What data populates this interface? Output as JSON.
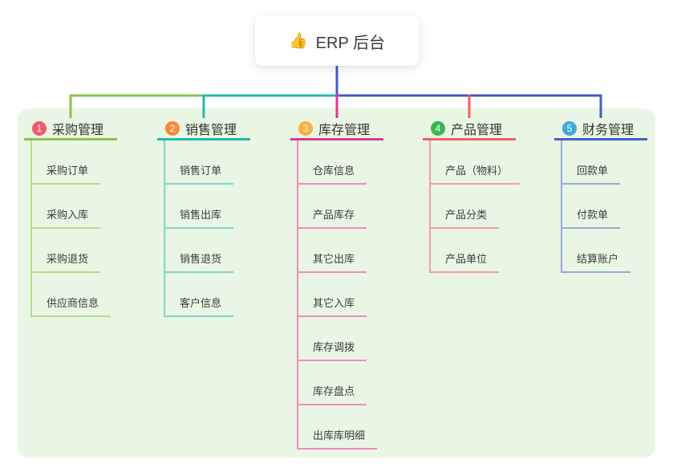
{
  "root": {
    "icon": "👍",
    "title": "ERP 后台"
  },
  "branches": [
    {
      "num": "1",
      "label": "采购管理",
      "badge_color": "#f1586e",
      "line_color": "#8ec14e",
      "child_line_color": "#b7dc90",
      "children": [
        "采购订单",
        "采购入库",
        "采购退货",
        "供应商信息"
      ]
    },
    {
      "num": "2",
      "label": "销售管理",
      "badge_color": "#f8873f",
      "line_color": "#23b8ad",
      "child_line_color": "#82d5cb",
      "children": [
        "销售订单",
        "销售出库",
        "销售退货",
        "客户信息"
      ]
    },
    {
      "num": "3",
      "label": "库存管理",
      "badge_color": "#fbaf41",
      "line_color": "#d93a92",
      "child_line_color": "#ee8cc0",
      "children": [
        "仓库信息",
        "产品库存",
        "其它出库",
        "其它入库",
        "库存调拨",
        "库存盘点",
        "出库库明细"
      ]
    },
    {
      "num": "4",
      "label": "产品管理",
      "badge_color": "#3db553",
      "line_color": "#f25e60",
      "child_line_color": "#f79d9e",
      "children": [
        "产品（物料）",
        "产品分类",
        "产品单位"
      ]
    },
    {
      "num": "5",
      "label": "财务管理",
      "badge_color": "#3ca9dc",
      "line_color": "#4161c6",
      "child_line_color": "#95aade",
      "children": [
        "回款单",
        "付款单",
        "结算账户"
      ]
    }
  ],
  "colors": {
    "canvas_bg": "#e9f6e3",
    "root_node_bg": "#ffffff",
    "root_connector": "#4659c8",
    "text_dark": "#333333"
  }
}
